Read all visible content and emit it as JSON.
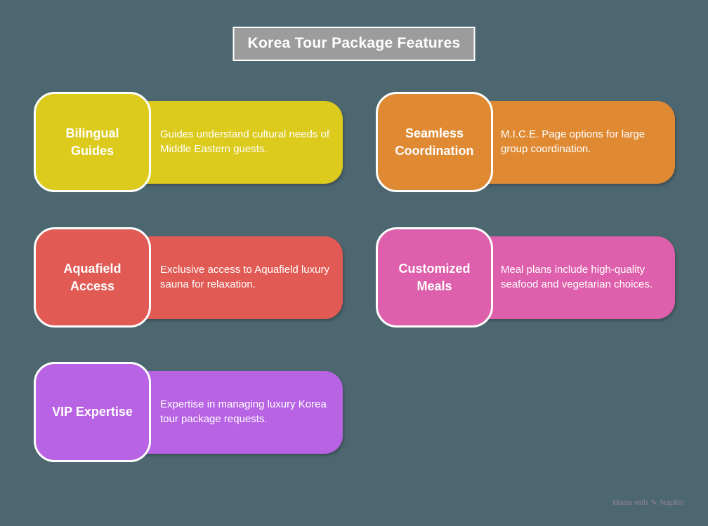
{
  "title": "Korea Tour Package Features",
  "cards": [
    {
      "title": "Bilingual Guides",
      "description": "Guides understand cultural needs of Middle Eastern guests.",
      "color": "#dcca1d"
    },
    {
      "title": "Seamless Coordination",
      "description": "M.I.C.E. Page options for large group coordination.",
      "color": "#df8a33"
    },
    {
      "title": "Aquafield Access",
      "description": "Exclusive access to Aquafield luxury sauna for relaxation.",
      "color": "#e15a54"
    },
    {
      "title": "Customized Meals",
      "description": "Meal plans include high-quality seafood and vegetarian choices.",
      "color": "#de5fab"
    },
    {
      "title": "VIP Expertise",
      "description": "Expertise in managing luxury Korea tour package requests.",
      "color": "#b763e3"
    }
  ],
  "watermark": {
    "prefix": "Made with",
    "brand": "Napkin",
    "icon": "napkin-pen-icon"
  },
  "colors": {
    "background": "#4d6770",
    "title_box": "#9c9c9c",
    "title_border": "#ffffff",
    "text": "#ffffff",
    "watermark": "#8d8296"
  }
}
